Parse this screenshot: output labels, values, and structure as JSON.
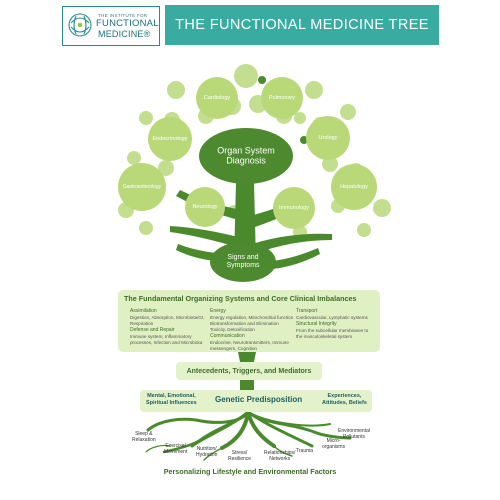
{
  "header": {
    "logo_line1": "THE INSTITUTE FOR",
    "logo_line2": "FUNCTIONAL",
    "logo_line3": "MEDICINE®",
    "title": "THE FUNCTIONAL MEDICINE TREE"
  },
  "organs": {
    "cardiology": "Cardiology",
    "pulmonary": "Pulmonary",
    "endocrinology": "Endocrinology",
    "urology": "Urology",
    "gastroenterology": "Gastroenterology",
    "hepatology": "Hepatology",
    "neurology": "Neurology",
    "immunology": "Immunology"
  },
  "center": {
    "diagnosis_line1": "Organ System",
    "diagnosis_line2": "Diagnosis",
    "signs_line1": "Signs and",
    "signs_line2": "Symptoms"
  },
  "fundamental": {
    "title": "The Fundamental Organizing Systems and Core Clinical Imbalances",
    "col1": {
      "h1": "Assimilation",
      "t1": "Digestion, Absorption, Microbiota/GI,",
      "t2": "Respiration",
      "h2": "Defense and Repair",
      "t3": "Immune system, Inflammatory",
      "t4": "processes, Infection and Microbiota"
    },
    "col2": {
      "h1": "Energy",
      "t1": "Energy regulation, Mitochondrial function",
      "t2": "Biotransformation and Elimination",
      "t3": "Toxicity, Detoxification",
      "h2": "Communication",
      "t4": "Endocrine, Neurotransmitters, Immune",
      "t5": "messengers, Cognition"
    },
    "col3": {
      "h1": "Transport",
      "t1": "Cardiovascular, Lymphatic systems",
      "t2": "Structural Integrity",
      "t3": "From the subcellular membranes to",
      "t4": "the musculoskeletal system"
    }
  },
  "antecedents": "Antecedents, Triggers, and Mediators",
  "genetic": {
    "left_line1": "Mental, Emotional,",
    "left_line2": "Spiritual Influences",
    "middle": "Genetic Predisposition",
    "right_line1": "Experiences,",
    "right_line2": "Attitudes, Beliefs"
  },
  "roots": {
    "sleep_line1": "Sleep &",
    "sleep_line2": "Relaxation",
    "exercise_line1": "Exercise/",
    "exercise_line2": "Movement",
    "nutrition_line1": "Nutrition/",
    "nutrition_line2": "Hydration",
    "stress_line1": "Stress/",
    "stress_line2": "Resilience",
    "relationships_line1": "Relationships/",
    "relationships_line2": "Networks",
    "trauma": "Trauma",
    "micro_line1": "Micro-",
    "micro_line2": "organisms",
    "env_line1": "Environmental",
    "env_line2": "Pollutants"
  },
  "footer": "Personalizing Lifestyle and Environmental Factors",
  "colors": {
    "teal_header": "#3aaba0",
    "dark_green": "#4d8a2f",
    "light_green": "#b9d979",
    "pale_green": "#dff0c2",
    "trunk": "#4a8a2c"
  }
}
